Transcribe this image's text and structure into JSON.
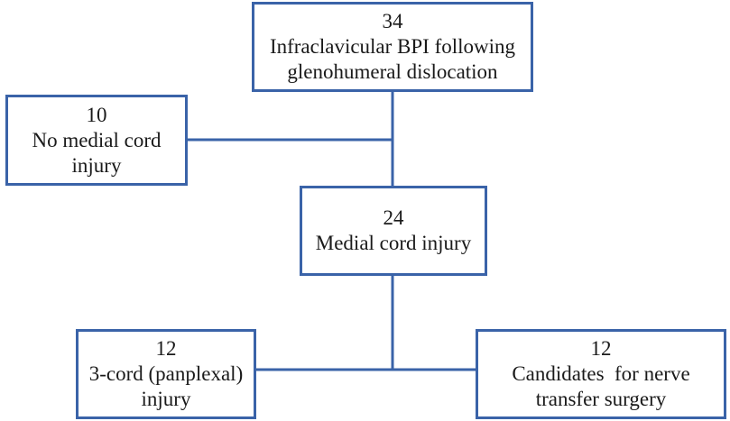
{
  "nodes": {
    "top": {
      "count": "34",
      "label_lines": [
        "Infraclavicular BPI following",
        "glenohumeral dislocation"
      ]
    },
    "left": {
      "count": "10",
      "label_lines": [
        "No medial cord",
        "injury"
      ]
    },
    "middle": {
      "count": "24",
      "label_lines": [
        "Medial cord injury"
      ]
    },
    "bottom_left": {
      "count": "12",
      "label_lines": [
        "3-cord (panplexal)",
        "injury"
      ]
    },
    "bottom_right": {
      "count": "12",
      "label_lines": [
        "Candidates  for nerve",
        "transfer surgery"
      ]
    }
  },
  "colors": {
    "box_border": "#3a63a8",
    "connector": "#3a63a8",
    "text": "#1a1a1a"
  }
}
